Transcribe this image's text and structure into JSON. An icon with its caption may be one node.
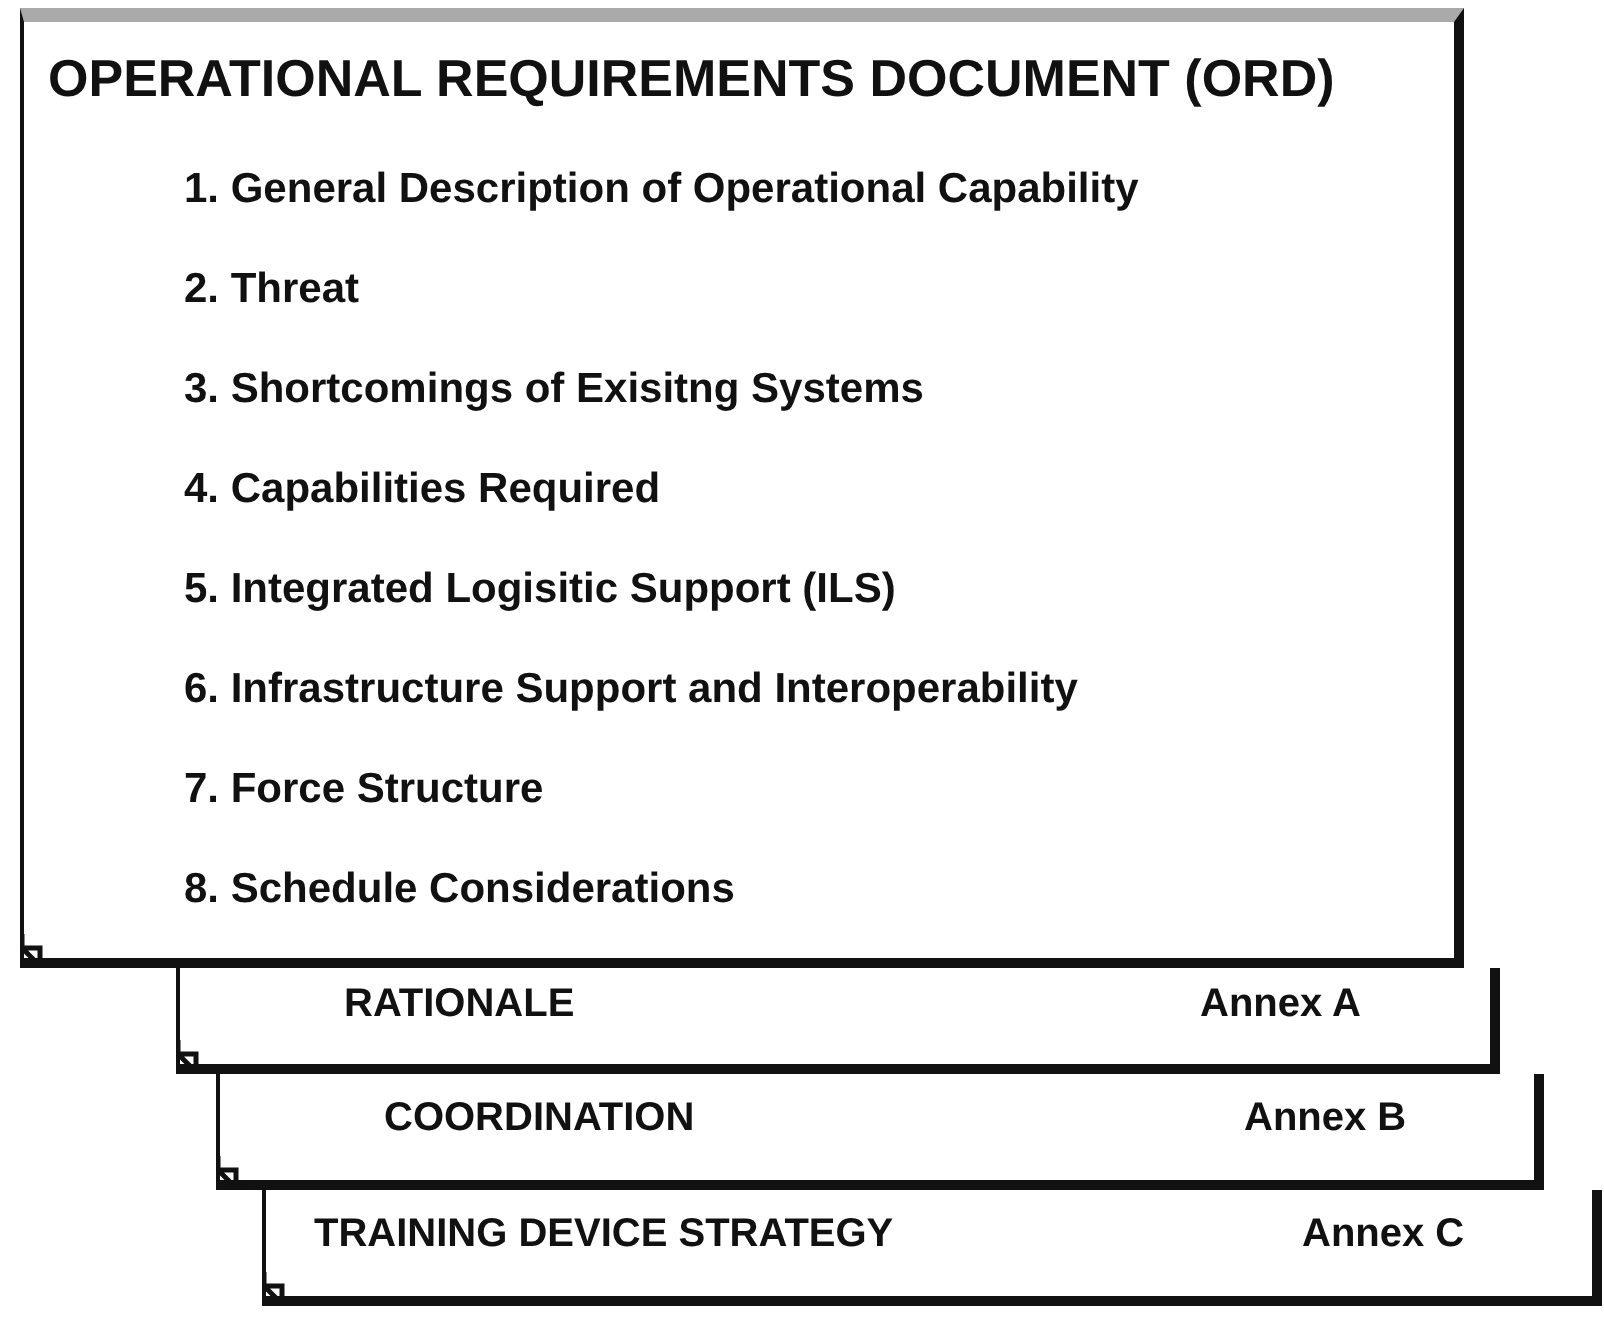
{
  "diagram": {
    "nodes": [
      {
        "text": [
          "OPERATIONAL REQUIREMENTS DOCUMENT (ORD)",
          "1. General Description of Operational Capability",
          "2. Threat",
          "3. Shortcomings of Exisitng Systems",
          "4. Capabilities Required",
          "5. Integrated Logisitic Support (ILS)",
          "6. Infrastructure Support and Interoperability",
          "7. Force Structure",
          "8. Schedule Considerations"
        ]
      },
      {
        "text": [
          "RATIONALE",
          "Annex A"
        ]
      },
      {
        "text": [
          "COORDINATION",
          "Annex B"
        ]
      },
      {
        "text": [
          "TRAINING DEVICE STRATEGY",
          "Annex C"
        ]
      }
    ]
  }
}
